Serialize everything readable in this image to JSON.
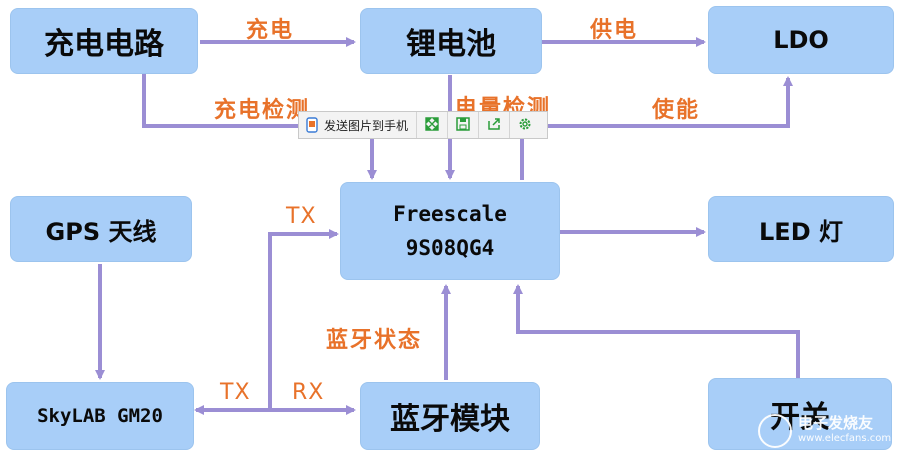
{
  "boxes": {
    "charge_circuit": "充电电路",
    "battery": "锂电池",
    "ldo": "LDO",
    "mcu_line1": "Freescale",
    "mcu_line2": "9S08QG4",
    "gps_antenna": "GPS 天线",
    "led": "LED 灯",
    "skylab": "SkyLAB GM20",
    "bluetooth_module": "蓝牙模块",
    "switch": "开关"
  },
  "labels": {
    "charge": "充电",
    "power_supply": "供电",
    "charge_detect": "充电检测",
    "level_detect": "电量检测",
    "enable": "使能",
    "tx_top": "TX",
    "bt_status": "蓝牙状态",
    "tx_bottom": "TX",
    "rx_bottom": "RX"
  },
  "toolbar": {
    "send_label": "发送图片到手机",
    "icons": [
      "send-phone-icon",
      "expand-icon",
      "save-icon",
      "share-icon",
      "settings-icon"
    ]
  },
  "watermark": {
    "text": "电子发烧友",
    "site": "www.elecfans.com"
  },
  "colors": {
    "box_fill": "#a8cef8",
    "arrow": "#9b8ed4",
    "label": "#e8722a"
  }
}
